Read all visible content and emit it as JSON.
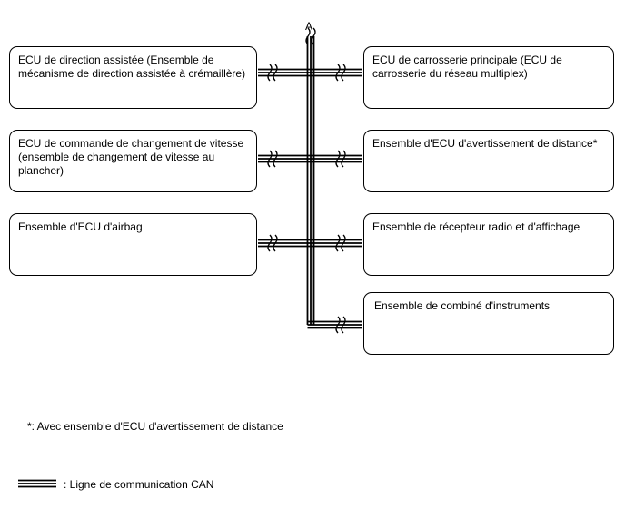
{
  "diagram": {
    "bus_label": "A",
    "ecus_left": [
      "ECU de direction assistée (Ensemble de mécanisme de direction assistée à crémaillère)",
      "ECU de commande de changement de vitesse (ensemble de changement de vitesse au plancher)",
      "Ensemble d'ECU d'airbag"
    ],
    "ecus_right": [
      "ECU de carrosserie principale (ECU de carrosserie du réseau multiplex)",
      "Ensemble d'ECU d'avertissement de distance*",
      "Ensemble de récepteur radio et d'affichage",
      "Ensemble de combiné d'instruments"
    ],
    "footnote": "*: Avec ensemble d'ECU d'avertissement de distance",
    "legend_text": ": Ligne de communication CAN",
    "line_color": "#000000"
  }
}
